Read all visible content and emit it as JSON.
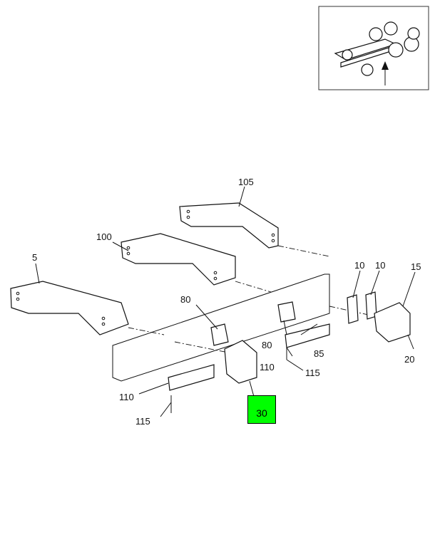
{
  "diagram": {
    "highlight_color": "#00ff00",
    "callouts": {
      "c105": "105",
      "c100": "100",
      "c5": "5",
      "c80a": "80",
      "c10a": "10",
      "c10b": "10",
      "c15": "15",
      "c80b": "80",
      "c85": "85",
      "c110a": "110",
      "c115a": "115",
      "c20": "20",
      "c110b": "110",
      "c115b": "115",
      "c30": "30"
    }
  }
}
